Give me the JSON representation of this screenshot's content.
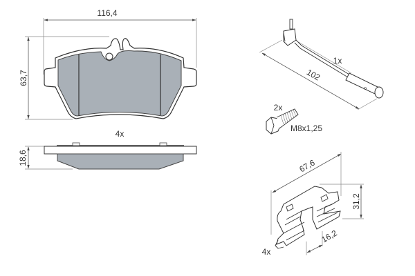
{
  "diagram": {
    "brake_pad_front": {
      "width_label": "116,4",
      "height_label": "63,7",
      "quantity": "4x"
    },
    "brake_pad_side": {
      "thickness_label": "18,6"
    },
    "wear_sensor": {
      "length_label": "102",
      "quantity": "1x"
    },
    "bolt": {
      "quantity": "2x",
      "thread_label": "M8x1,25"
    },
    "clip_kit": {
      "length_label": "67,6",
      "height_label": "31,2",
      "width_label": "16,2",
      "quantity": "4x"
    },
    "colors": {
      "pad_fill": "#a9b0b7",
      "plate_fill": "#ffffff",
      "outline": "#333333"
    }
  }
}
